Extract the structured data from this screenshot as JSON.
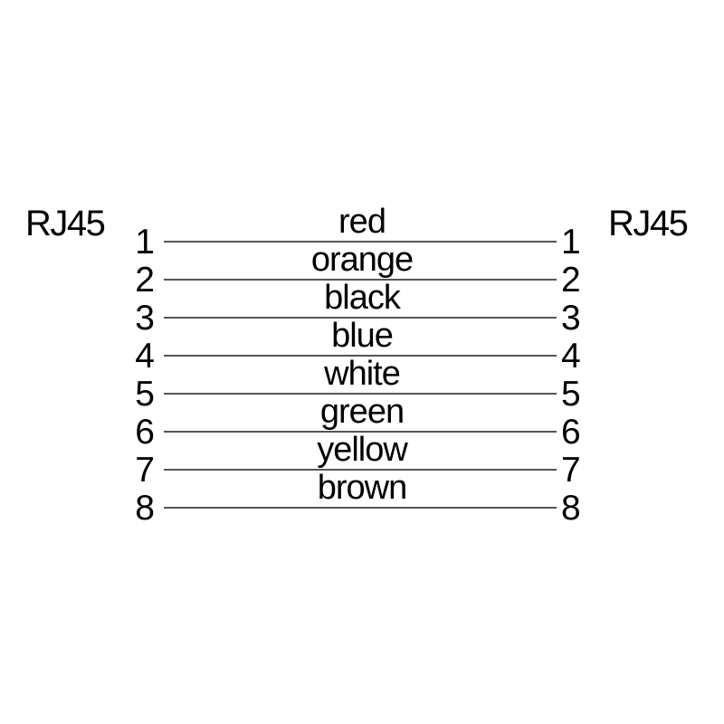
{
  "diagram": {
    "left_connector_label": "RJ45",
    "right_connector_label": "RJ45",
    "wires": [
      {
        "pin_left": "1",
        "pin_right": "1",
        "color_label": "red"
      },
      {
        "pin_left": "2",
        "pin_right": "2",
        "color_label": "orange"
      },
      {
        "pin_left": "3",
        "pin_right": "3",
        "color_label": "black"
      },
      {
        "pin_left": "4",
        "pin_right": "4",
        "color_label": "blue"
      },
      {
        "pin_left": "5",
        "pin_right": "5",
        "color_label": "white"
      },
      {
        "pin_left": "6",
        "pin_right": "6",
        "color_label": "green"
      },
      {
        "pin_left": "7",
        "pin_right": "7",
        "color_label": "yellow"
      },
      {
        "pin_left": "8",
        "pin_right": "8",
        "color_label": "brown"
      }
    ],
    "colors": {
      "line": "#555555",
      "text": "#000000",
      "background": "#ffffff"
    }
  }
}
